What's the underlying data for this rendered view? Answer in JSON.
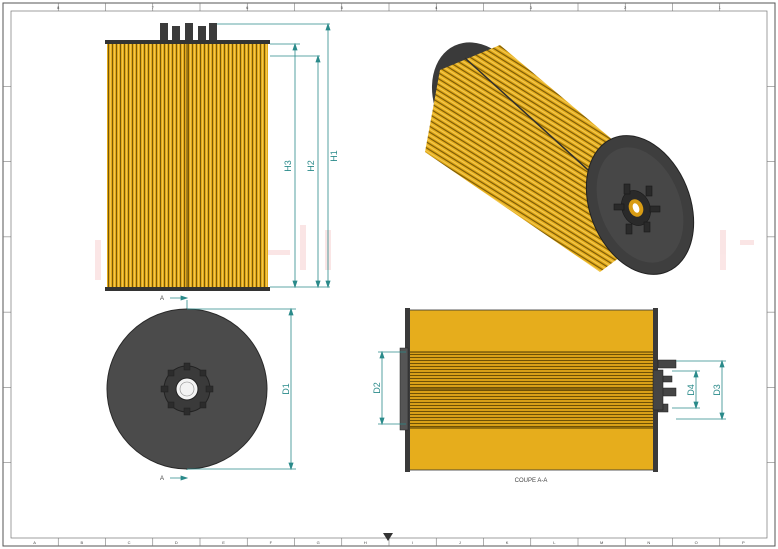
{
  "drawing": {
    "section_title": "COUPE A-A",
    "section_marker": "A",
    "dimensions": {
      "front": [
        "H3",
        "H2",
        "H1"
      ],
      "bottom": [
        "D1"
      ],
      "section_left": [
        "D2"
      ],
      "section_right": [
        "D4",
        "D3"
      ]
    },
    "border_columns_top": [
      "8",
      "7",
      "6",
      "5",
      "4",
      "3",
      "2",
      "1"
    ],
    "border_columns_bottom": [
      "A",
      "B",
      "C",
      "D",
      "E",
      "F",
      "G",
      "H",
      "I",
      "J",
      "K",
      "L",
      "M",
      "N",
      "O",
      "P"
    ],
    "colors": {
      "pleat": "#e7ae1d",
      "pleat_dark": "#7a5a06",
      "cap": "#4a4a4a",
      "cap_dark": "#2c2c2c",
      "dim_line": "#2a8a8a",
      "frame": "#555555"
    }
  }
}
